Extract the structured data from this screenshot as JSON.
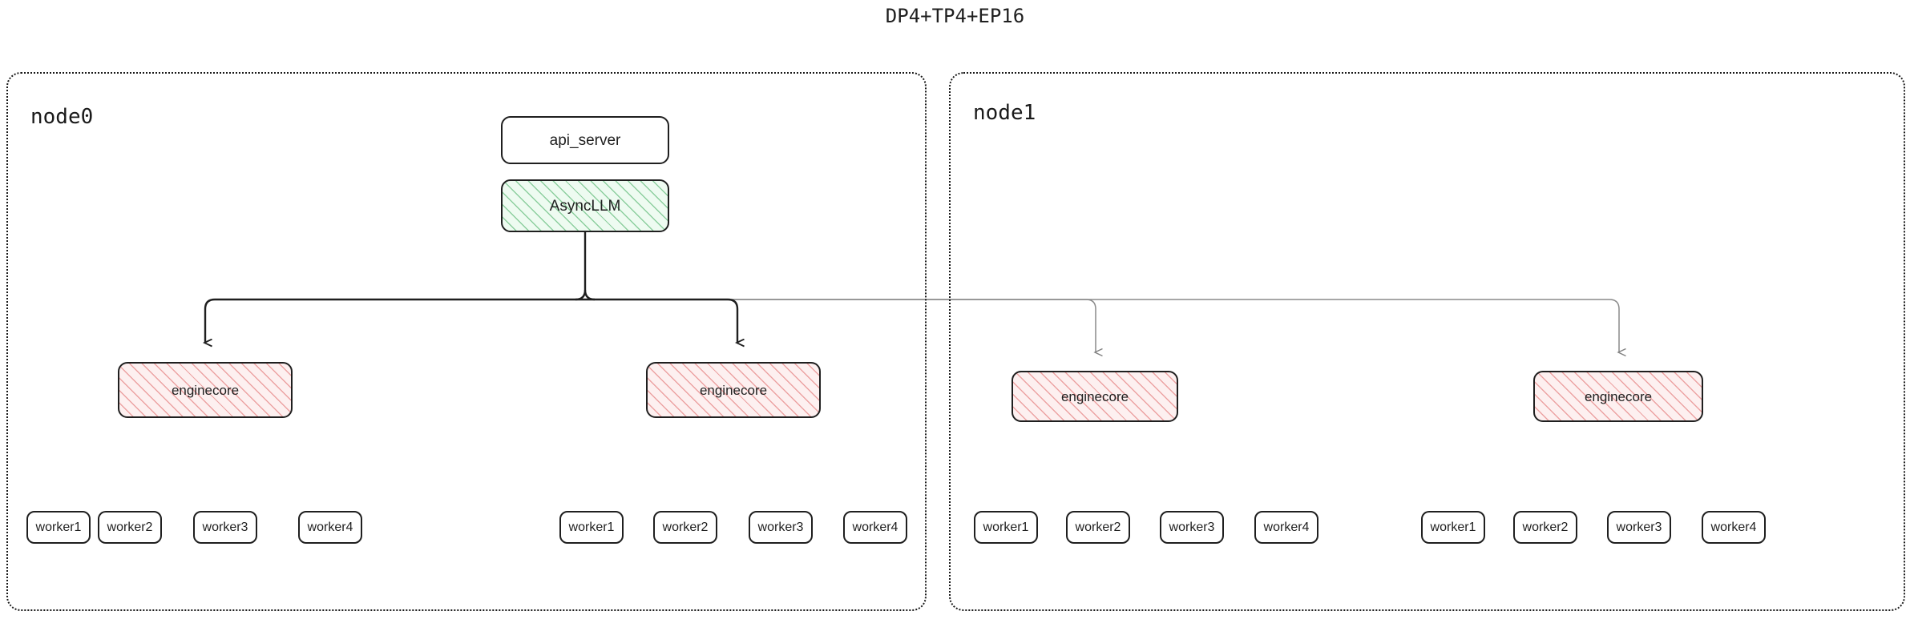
{
  "title": "DP4+TP4+EP16",
  "colors": {
    "stroke": "#1f1f1f",
    "node_border": "#1a1a1a",
    "asyncllm_hatch": "#3caa5a",
    "asyncllm_fill": "#eefbf1",
    "enginecore_hatch": "#e16e6e",
    "enginecore_fill": "#fdf0f0",
    "edge_dark": "#1f1f1f",
    "edge_light": "#888888",
    "background": "#ffffff"
  },
  "nodes": [
    {
      "id": "node0",
      "label": "node0",
      "boxes": {
        "api_server": "api_server",
        "async_llm": "AsyncLLM"
      },
      "enginecores": [
        {
          "label": "enginecore"
        },
        {
          "label": "enginecore"
        }
      ],
      "worker_groups": [
        {
          "workers": [
            "worker1",
            "worker2",
            "worker3",
            "worker4"
          ]
        },
        {
          "workers": [
            "worker1",
            "worker2",
            "worker3",
            "worker4"
          ]
        }
      ]
    },
    {
      "id": "node1",
      "label": "node1",
      "enginecores": [
        {
          "label": "enginecore"
        },
        {
          "label": "enginecore"
        }
      ],
      "worker_groups": [
        {
          "workers": [
            "worker1",
            "worker2",
            "worker3",
            "worker4"
          ]
        },
        {
          "workers": [
            "worker1",
            "worker2",
            "worker3",
            "worker4"
          ]
        }
      ]
    }
  ],
  "edges": [
    {
      "from": "AsyncLLM",
      "to": "node0.enginecore.0",
      "style": "dark-arrow"
    },
    {
      "from": "AsyncLLM",
      "to": "node0.enginecore.1",
      "style": "dark-arrow"
    },
    {
      "from": "AsyncLLM",
      "to": "node1.enginecore.0",
      "style": "light-arrow"
    },
    {
      "from": "AsyncLLM",
      "to": "node1.enginecore.1",
      "style": "light-arrow"
    }
  ]
}
